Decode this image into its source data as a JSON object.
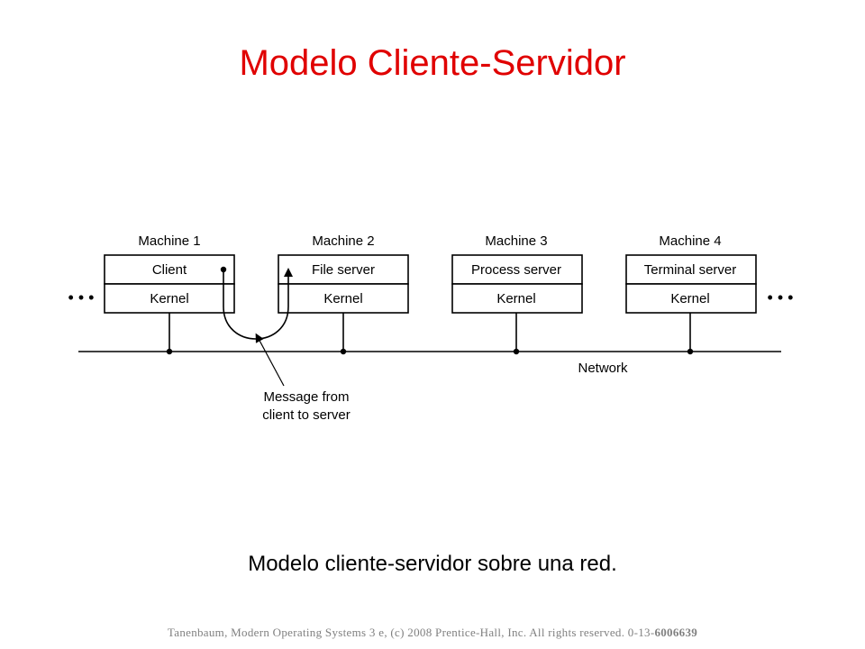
{
  "title": "Modelo Cliente-Servidor",
  "diagram": {
    "machines": [
      {
        "label": "Machine 1",
        "process": "Client",
        "kernel": "Kernel"
      },
      {
        "label": "Machine 2",
        "process": "File server",
        "kernel": "Kernel"
      },
      {
        "label": "Machine 3",
        "process": "Process server",
        "kernel": "Kernel"
      },
      {
        "label": "Machine 4",
        "process": "Terminal server",
        "kernel": "Kernel"
      }
    ],
    "ellipsis_left": "• • •",
    "ellipsis_right": "• • •",
    "network_label": "Network",
    "message_line1": "Message from",
    "message_line2": "client to server"
  },
  "caption": "Modelo cliente-servidor sobre una red.",
  "footer": {
    "text": "Tanenbaum, Modern Operating Systems 3 e, (c) 2008 Prentice-Hall, Inc. All rights reserved. 0-13-",
    "code": "6006639"
  },
  "colors": {
    "title": "#e00000",
    "footer": "#808080"
  }
}
